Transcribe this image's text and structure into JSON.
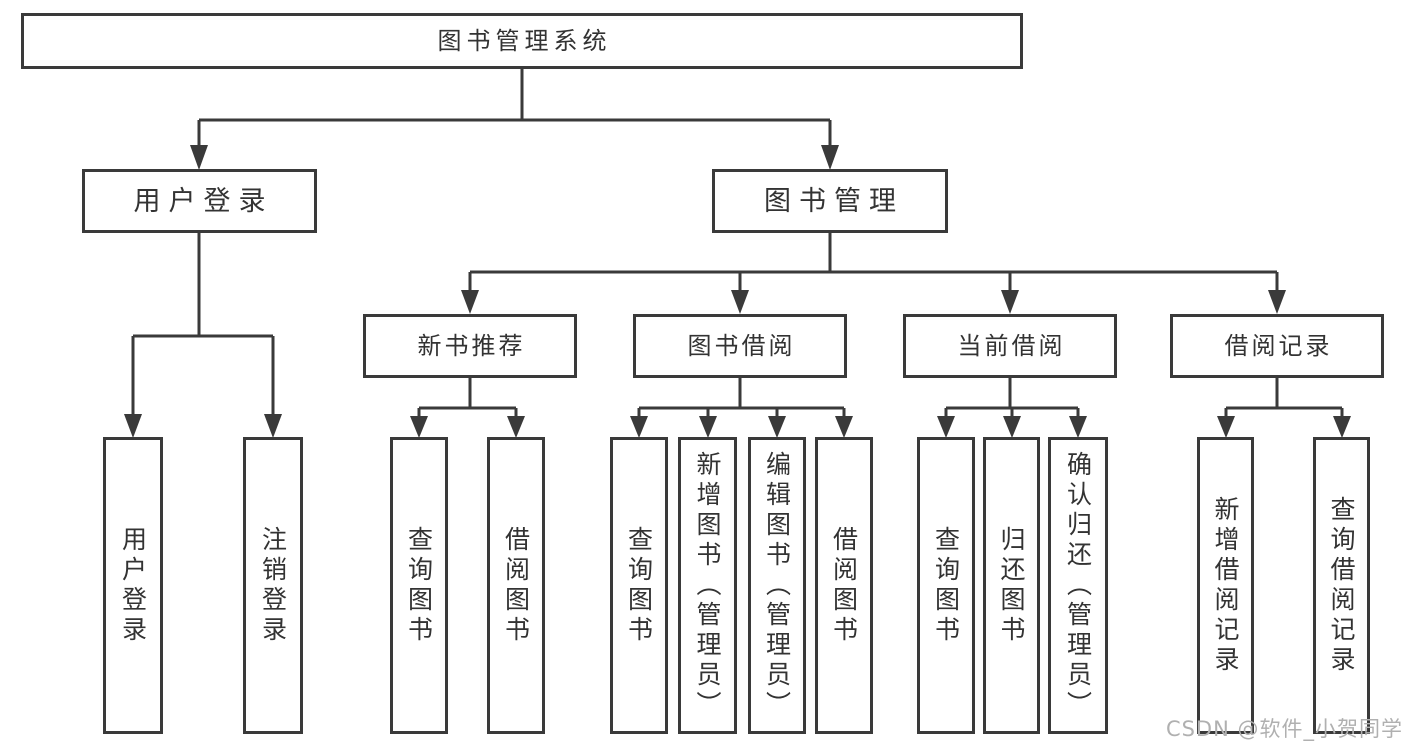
{
  "diagram": {
    "root": {
      "label": "图书管理系统"
    },
    "user_login": {
      "label": "用户登录",
      "children": [
        {
          "label": "用户登录"
        },
        {
          "label": "注销登录"
        }
      ]
    },
    "book_management": {
      "label": "图书管理",
      "groups": [
        {
          "label": "新书推荐",
          "children": [
            {
              "label": "查询图书"
            },
            {
              "label": "借阅图书"
            }
          ]
        },
        {
          "label": "图书借阅",
          "children": [
            {
              "label": "查询图书"
            },
            {
              "label": "新增图书（管理员）"
            },
            {
              "label": "编辑图书（管理员）"
            },
            {
              "label": "借阅图书"
            }
          ]
        },
        {
          "label": "当前借阅",
          "children": [
            {
              "label": "查询图书"
            },
            {
              "label": "归还图书"
            },
            {
              "label": "确认归还（管理员）"
            }
          ]
        },
        {
          "label": "借阅记录",
          "children": [
            {
              "label": "新增借阅记录"
            },
            {
              "label": "查询借阅记录"
            }
          ]
        }
      ]
    }
  },
  "watermark": {
    "text": "CSDN @软件_小贺同学",
    "color": "#b0b0b0"
  },
  "colors": {
    "line": "#3a3a3a",
    "text": "#333333",
    "background": "#ffffff"
  }
}
